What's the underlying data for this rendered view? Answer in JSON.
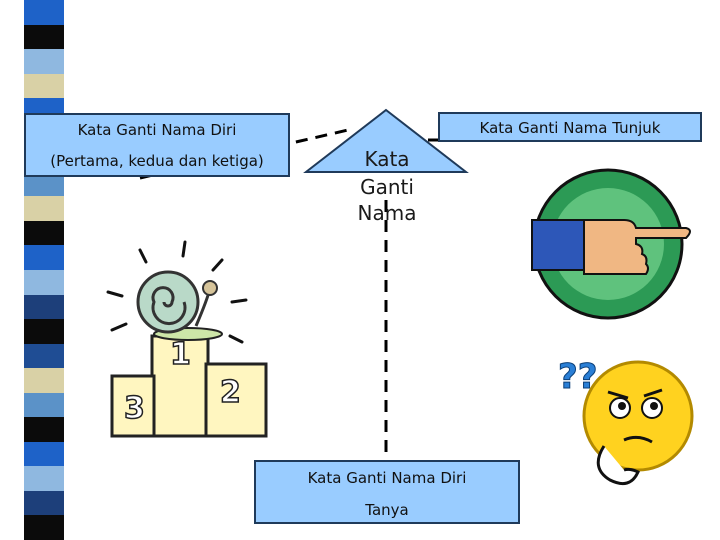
{
  "colors": {
    "box_fill": "#99ccff",
    "box_border": "#1f3a5a",
    "stripes": [
      "#1e62c8",
      "#0b0b0b",
      "#8fb8e0",
      "#d9d1a6",
      "#1f4d94",
      "#5b92c8",
      "#1d3f7a"
    ]
  },
  "diagram": {
    "center_node": {
      "line1": "Kata",
      "line2": "Ganti",
      "line3": "Nama"
    },
    "nodes": [
      {
        "id": "diri",
        "line1": "Kata Ganti Nama Diri",
        "line2": "(Pertama, kedua dan ketiga)"
      },
      {
        "id": "tunjuk",
        "line1": "Kata Ganti Nama Tunjuk"
      },
      {
        "id": "tanya",
        "line1": "Kata Ganti Nama Diri",
        "line2": "Tanya"
      }
    ]
  },
  "clipart": [
    {
      "name": "podium-snail",
      "numbers": [
        "1",
        "2",
        "3"
      ]
    },
    {
      "name": "pointing-hand"
    },
    {
      "name": "confused-face",
      "marks": "??"
    }
  ]
}
